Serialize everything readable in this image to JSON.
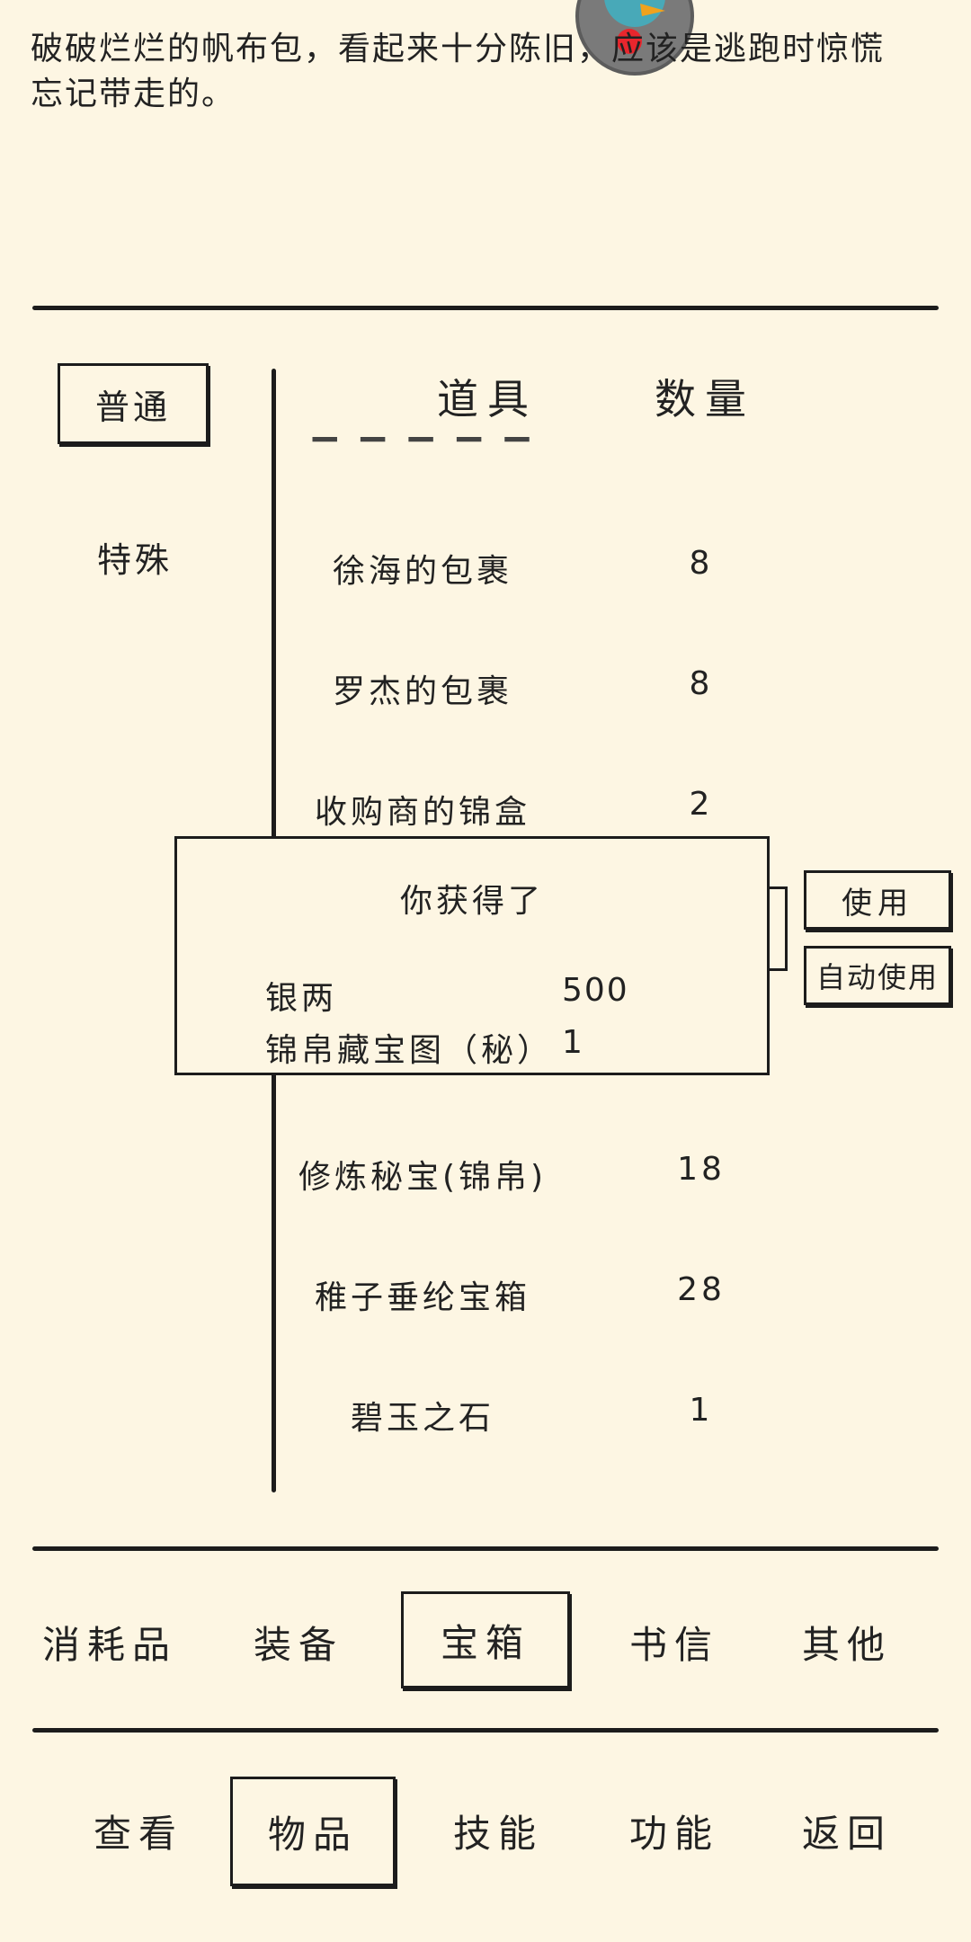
{
  "description": "破破烂烂的帆布包，看起来十分陈旧，应该是逃跑时惊慌忘记带走的。",
  "sidebar": {
    "tabs": [
      {
        "label": "普通",
        "selected": true
      },
      {
        "label": "特殊",
        "selected": false
      }
    ]
  },
  "table": {
    "headers": {
      "item": "道具",
      "qty": "数量"
    },
    "rows": [
      {
        "name": "徐海的包裹",
        "qty": "8"
      },
      {
        "name": "罗杰的包裹",
        "qty": "8"
      },
      {
        "name": "收购商的锦盒",
        "qty": "2"
      },
      {
        "name": "修炼秘宝(锦帛)",
        "qty": "18"
      },
      {
        "name": "稚子垂纶宝箱",
        "qty": "28"
      },
      {
        "name": "碧玉之石",
        "qty": "1"
      }
    ]
  },
  "popup": {
    "title": "你获得了",
    "items": [
      {
        "name": "银两",
        "qty": "500"
      },
      {
        "name": "锦帛藏宝图（秘）",
        "qty": "1"
      }
    ]
  },
  "actions": {
    "use": "使用",
    "auto_use": "自动使用"
  },
  "category_tabs": [
    {
      "label": "消耗品",
      "selected": false
    },
    {
      "label": "装备",
      "selected": false
    },
    {
      "label": "宝箱",
      "selected": true
    },
    {
      "label": "书信",
      "selected": false
    },
    {
      "label": "其他",
      "selected": false
    }
  ],
  "bottom_nav": [
    {
      "label": "查看",
      "selected": false
    },
    {
      "label": "物品",
      "selected": true
    },
    {
      "label": "技能",
      "selected": false
    },
    {
      "label": "功能",
      "selected": false
    },
    {
      "label": "返回",
      "selected": false
    }
  ],
  "colors": {
    "background": "#fdf6e3",
    "ink": "#1c1c1c",
    "notification_dot": "#e8262d"
  }
}
